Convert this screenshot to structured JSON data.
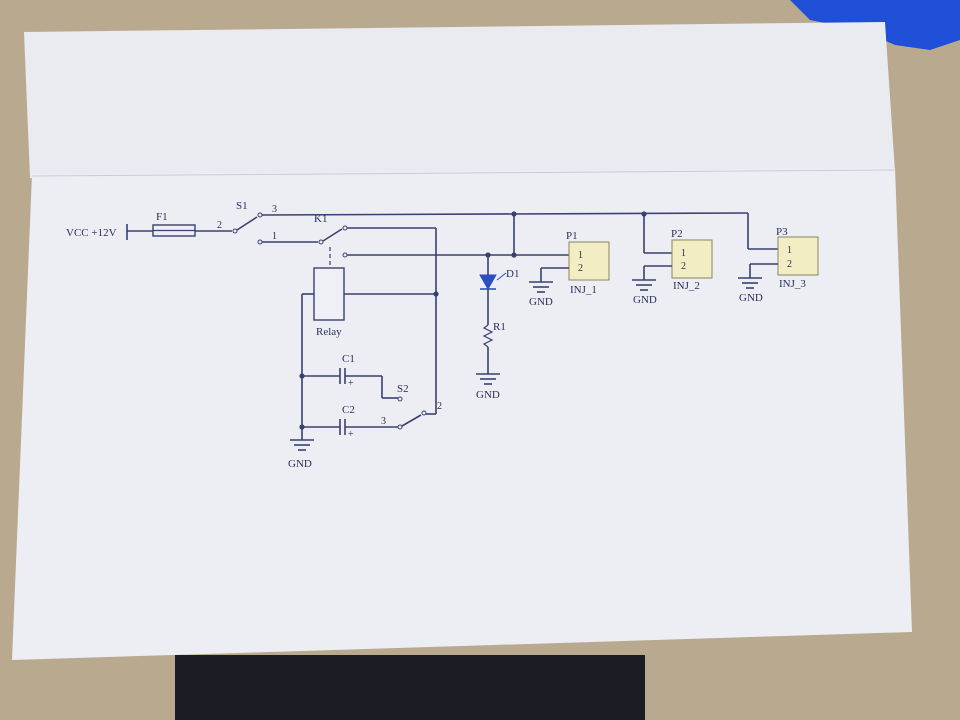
{
  "schematic": {
    "supply_label": "VCC +12V",
    "fuse_ref": "F1",
    "switch_ref": "S1",
    "switch_pin_common": "2",
    "switch_pin_upper": "3",
    "switch_pin_lower": "1",
    "relay_ref": "K1",
    "relay_coil_label": "Relay",
    "diode_ref": "D1",
    "resistor_ref": "R1",
    "cap1_ref": "C1",
    "cap2_ref": "C2",
    "cap_polarity": "+",
    "switch2_ref": "S2",
    "switch2_pin_lower": "3",
    "switch2_pin_right": "2",
    "gnd_label": "GND",
    "connector_pin1": "1",
    "connector_pin2": "2",
    "connectors": [
      {
        "ref": "P1",
        "name": "INJ_1"
      },
      {
        "ref": "P2",
        "name": "INJ_2"
      },
      {
        "ref": "P3",
        "name": "INJ_3"
      }
    ]
  },
  "colors": {
    "wire": "#3a4070",
    "led": "#2a4fc0",
    "connector_fill": "#f2edc2",
    "paper": "#eceef3",
    "desk": "#b8a98e",
    "tool": "#1f4fd6"
  }
}
